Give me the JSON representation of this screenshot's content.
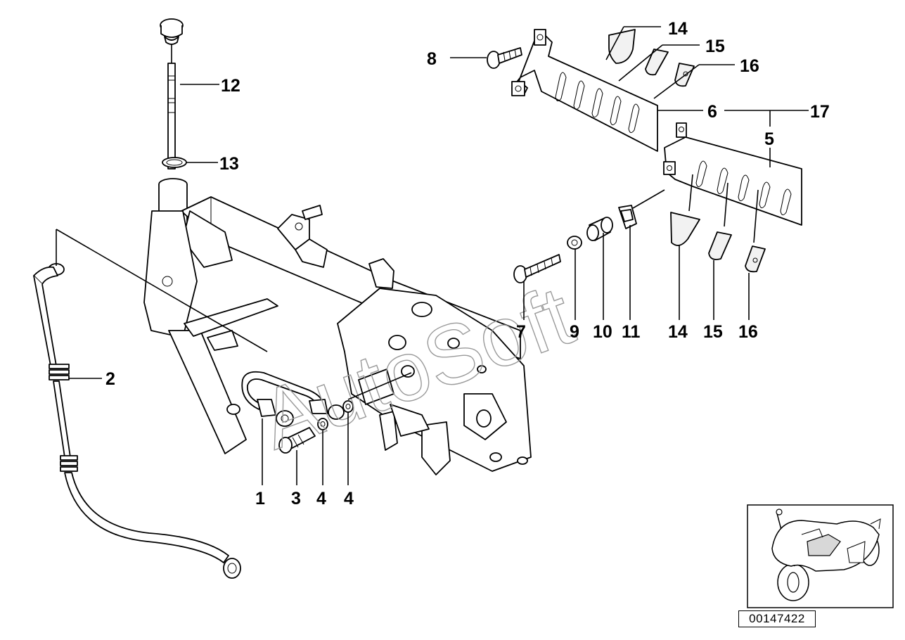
{
  "watermark": "AutoSoft",
  "reference_number": "00147422",
  "callouts": {
    "c1": "1",
    "c2": "2",
    "c3": "3",
    "c4a": "4",
    "c4b": "4",
    "c5": "5",
    "c6": "6",
    "c7": "7",
    "c8": "8",
    "c9": "9",
    "c10": "10",
    "c11": "11",
    "c12": "12",
    "c13": "13",
    "c14a": "14",
    "c14b": "14",
    "c15a": "15",
    "c15b": "15",
    "c16a": "16",
    "c16b": "16",
    "c17": "17"
  }
}
